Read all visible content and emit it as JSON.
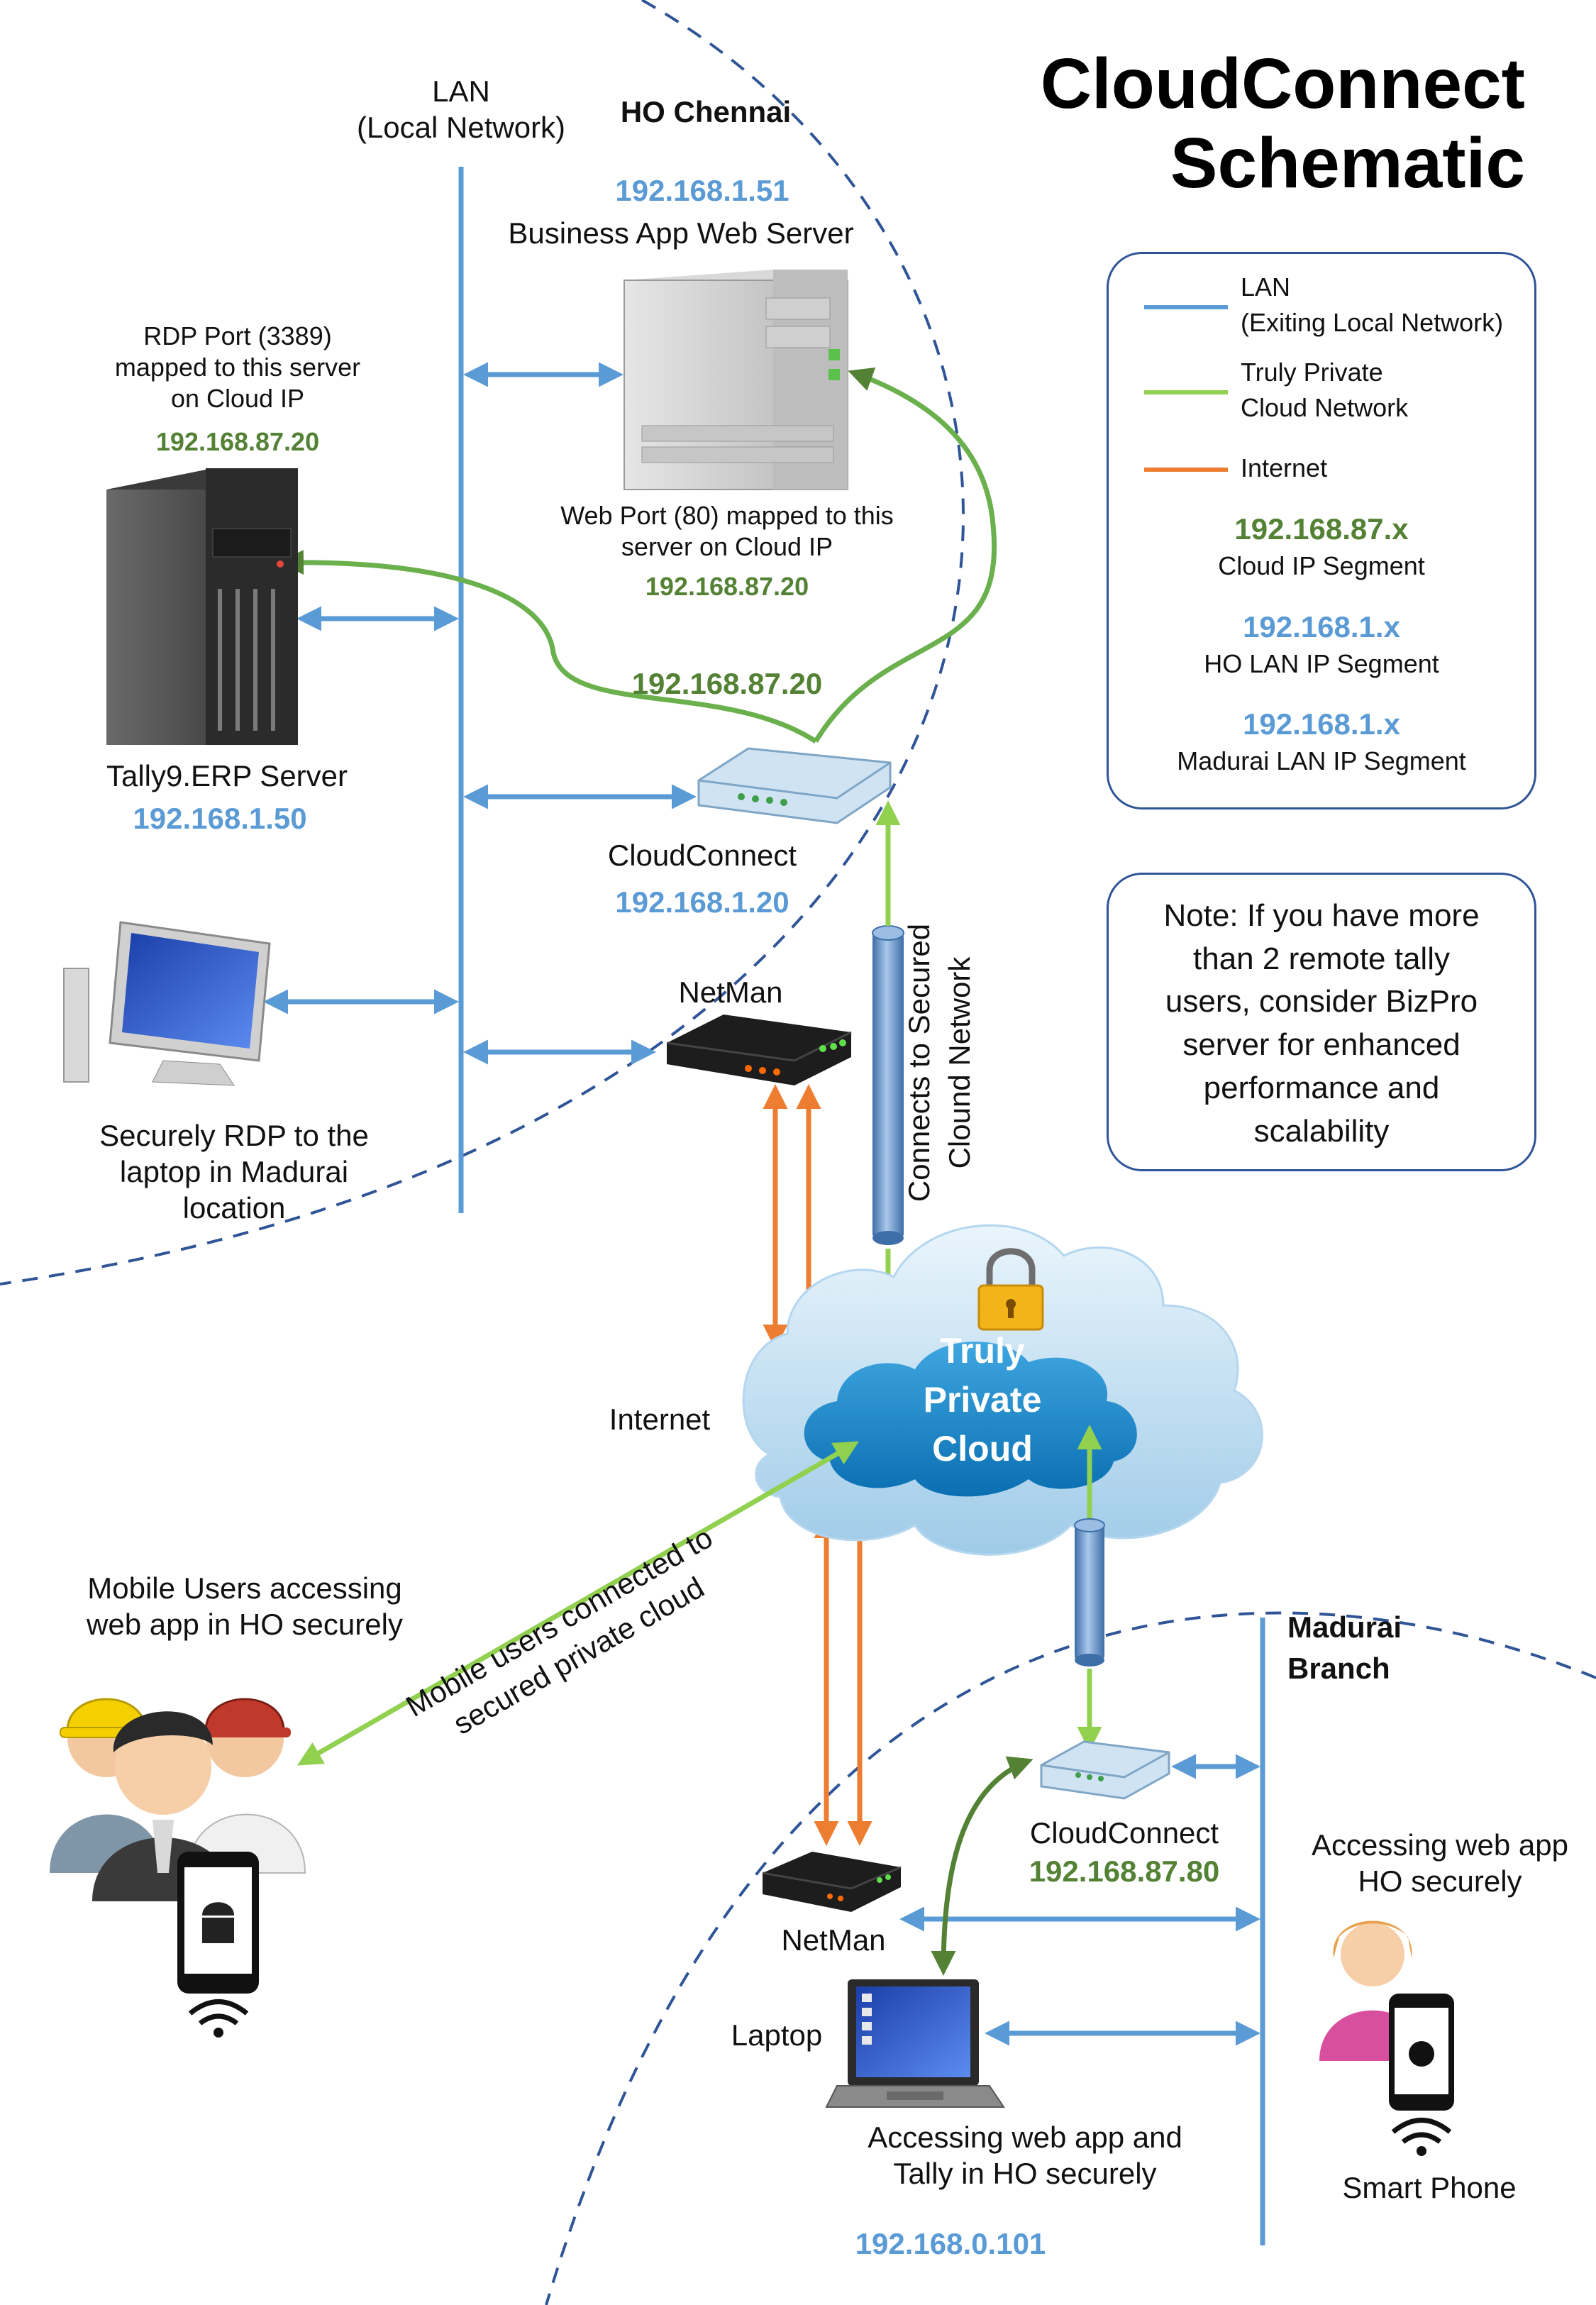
{
  "title": {
    "line1": "CloudConnect",
    "line2": "Schematic"
  },
  "ho": {
    "lan_title": "LAN",
    "lan_subtitle": "(Local Network)",
    "location": "HO Chennai",
    "web_server_ip": "192.168.1.51",
    "web_server_name": "Business App Web Server",
    "rdp_note": [
      "RDP Port (3389)",
      "mapped to this server",
      "on Cloud IP"
    ],
    "rdp_cloud_ip": "192.168.87.20",
    "web_port_note": [
      "Web Port (80) mapped to this",
      "server on Cloud IP"
    ],
    "web_port_cloud_ip": "192.168.87.20",
    "router_cloud_ip": "192.168.87.20",
    "tally_name": "Tally9.ERP Server",
    "tally_ip": "192.168.1.50",
    "cloudconnect_name": "CloudConnect",
    "cloudconnect_ip": "192.168.1.20",
    "netman_name": "NetMan",
    "rdp_laptop_text": [
      "Securely RDP to the",
      "laptop in Madurai",
      "location"
    ],
    "pipe_label": [
      "Connects to Secured",
      "Clound Network"
    ]
  },
  "internet_label": "Internet",
  "cloud_label": [
    "Truly",
    "Private",
    "Cloud"
  ],
  "mobile": {
    "title": [
      "Mobile Users accessing",
      "web app in HO securely"
    ],
    "link_label": [
      "Mobile users connected to",
      "secured private cloud"
    ]
  },
  "madurai": {
    "location": [
      "Madurai",
      "Branch"
    ],
    "cloudconnect_name": "CloudConnect",
    "cloudconnect_ip": "192.168.87.80",
    "netman_name": "NetMan",
    "laptop_name": "Laptop",
    "laptop_text": [
      "Accessing web app and",
      "Tally in HO securely"
    ],
    "laptop_ip": "192.168.0.101",
    "phone_user_text": [
      "Accessing web app",
      "HO securely"
    ],
    "phone_name": "Smart Phone"
  },
  "legend": {
    "items": [
      {
        "lines": [
          "LAN",
          "(Exiting Local Network)"
        ],
        "color": "#5b9bd5"
      },
      {
        "lines": [
          "Truly Private",
          "Cloud Network"
        ],
        "color": "#92d050"
      },
      {
        "lines": [
          "Internet"
        ],
        "color": "#ed7d31"
      }
    ],
    "segments": [
      {
        "ip": "192.168.87.x",
        "label": "Cloud IP Segment",
        "color": "#548235"
      },
      {
        "ip": "192.168.1.x",
        "label": "HO LAN IP Segment",
        "color": "#5b9bd5"
      },
      {
        "ip": "192.168.1.x",
        "label": "Madurai LAN IP Segment",
        "color": "#5b9bd5"
      }
    ]
  },
  "note": [
    "Note: If you have more",
    "than 2 remote tally",
    "users, consider BizPro",
    "server for enhanced",
    "performance and",
    "scalability"
  ],
  "colors": {
    "lan": "#5b9bd5",
    "cloud": "#92d050",
    "cloud_dark": "#548235",
    "internet": "#ed7d31",
    "boundary": "#2f5597"
  }
}
